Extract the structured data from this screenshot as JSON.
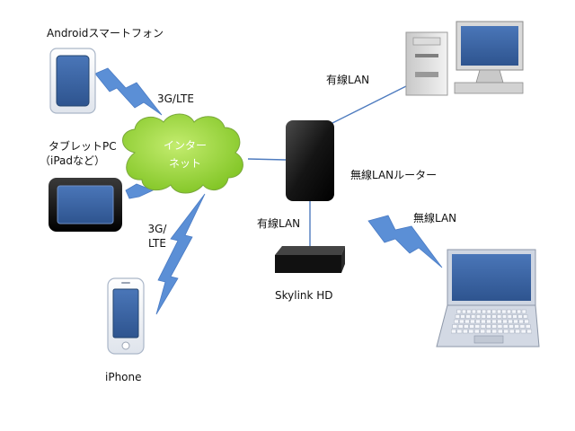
{
  "labels": {
    "android": "Androidスマートフォン",
    "tablet_line1": "タブレットPC",
    "tablet_line2": "（iPadなど）",
    "iphone": "iPhone",
    "cloud_line1": "インター",
    "cloud_line2": "ネット",
    "link_3g_android": "3G/LTE",
    "link_3g_iphone_line1": "3G/",
    "link_3g_iphone_line2": "LTE",
    "wired_desktop": "有線LAN",
    "router": "無線LANルーター",
    "wired_skylink": "有線LAN",
    "skylink": "Skylink HD",
    "wireless_laptop": "無線LAN"
  },
  "colors": {
    "device_screen": "#3f69a9",
    "device_frame": "#6f8fc4",
    "cloud_fill": "#9cd63a",
    "bolt": "#5b8fd6",
    "router_body": "#1b1b1b",
    "line": "#4f7cbf"
  },
  "icons": [
    "phone-icon",
    "tablet-icon",
    "iphone-icon",
    "cloud-icon",
    "desktop-icon",
    "router-icon",
    "skylink-box-icon",
    "laptop-icon",
    "lightning-icon"
  ]
}
